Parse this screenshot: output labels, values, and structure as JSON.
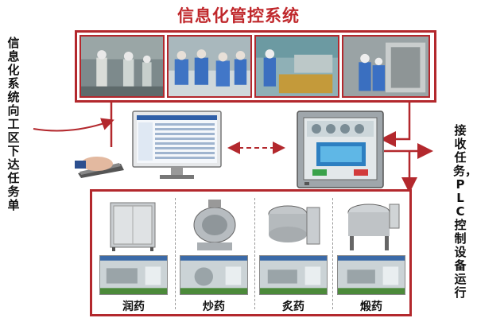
{
  "title": "信息化管控系统",
  "left_caption": "信息化系统向工区下达任务单",
  "right_caption": "接收任务，PLC控制设备运行",
  "stations": [
    {
      "label": "润药"
    },
    {
      "label": "炒药"
    },
    {
      "label": "炙药"
    },
    {
      "label": "煅药"
    }
  ],
  "colors": {
    "accent": "#b3282d",
    "title": "#c0282c"
  }
}
